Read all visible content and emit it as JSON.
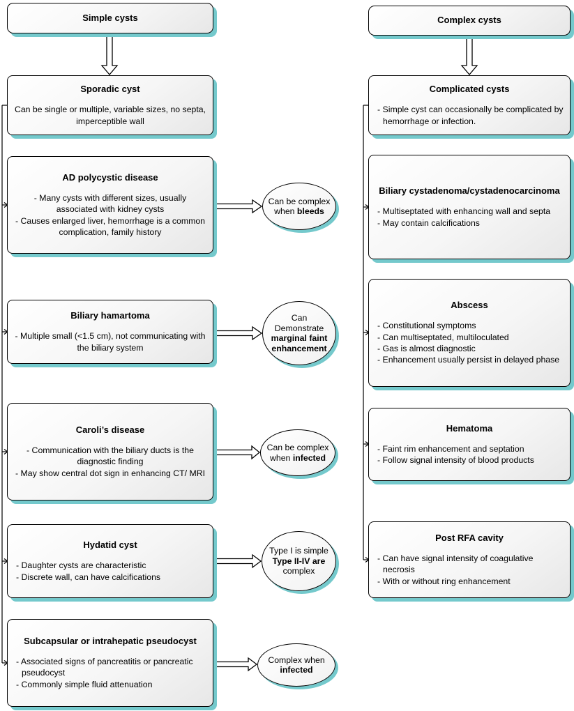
{
  "colors": {
    "shadow": "#74c9cc",
    "line": "#000000"
  },
  "left_column": {
    "header": "Simple cysts",
    "boxes": [
      {
        "title": "Sporadic cyst",
        "lines": [
          "Can be single or multiple, variable sizes, no septa, imperceptible wall"
        ]
      },
      {
        "title": "AD polycystic disease",
        "lines": [
          "- Many cysts with different sizes, usually associated with kidney cysts",
          "- Causes enlarged liver, hemorrhage is a common complication, family history"
        ]
      },
      {
        "title": "Biliary hamartoma",
        "lines": [
          "- Multiple small (<1.5 cm), not communicating with the biliary system"
        ]
      },
      {
        "title": "Caroli’s disease",
        "lines": [
          "- Communication with the biliary ducts is the diagnostic finding",
          "- May show central dot sign in enhancing CT/ MRI"
        ]
      },
      {
        "title": "Hydatid cyst",
        "lines": [
          "- Daughter cysts are characteristic",
          "- Discrete wall, can have calcifications"
        ]
      },
      {
        "title": "Subcapsular or intrahepatic pseudocyst",
        "lines": [
          "- Associated signs of pancreatitis or pancreatic pseudocyst",
          "- Commonly simple fluid attenuation"
        ]
      }
    ]
  },
  "middle_column": {
    "ellipses": [
      {
        "pre": "Can be complex when ",
        "bold": "bleeds",
        "post": ""
      },
      {
        "pre": "Can Demonstrate ",
        "bold": "marginal faint enhancement",
        "post": ""
      },
      {
        "pre": "Can be complex when ",
        "bold": "infected",
        "post": ""
      },
      {
        "pre": "Type I is simple ",
        "bold": "Type II-IV are",
        "post": " complex"
      },
      {
        "pre": "Complex when ",
        "bold": "infected",
        "post": ""
      }
    ]
  },
  "right_column": {
    "header": "Complex cysts",
    "boxes": [
      {
        "title": "Complicated cysts",
        "lines": [
          "- Simple cyst can occasionally be complicated by hemorrhage or infection."
        ]
      },
      {
        "title": "Biliary cystadenoma/cystadenocarcinoma",
        "lines": [
          "- Multiseptated with enhancing wall and septa",
          "- May contain calcifications"
        ]
      },
      {
        "title": "Abscess",
        "lines": [
          "- Constitutional symptoms",
          "- Can multiseptated, multiloculated",
          "- Gas is almost diagnostic",
          "- Enhancement usually persist in delayed phase"
        ]
      },
      {
        "title": "Hematoma",
        "lines": [
          "- Faint rim enhancement and septation",
          "- Follow signal intensity of blood products"
        ]
      },
      {
        "title": "Post RFA cavity",
        "lines": [
          "- Can have signal intensity of coagulative necrosis",
          "- With or without ring enhancement"
        ]
      }
    ]
  }
}
